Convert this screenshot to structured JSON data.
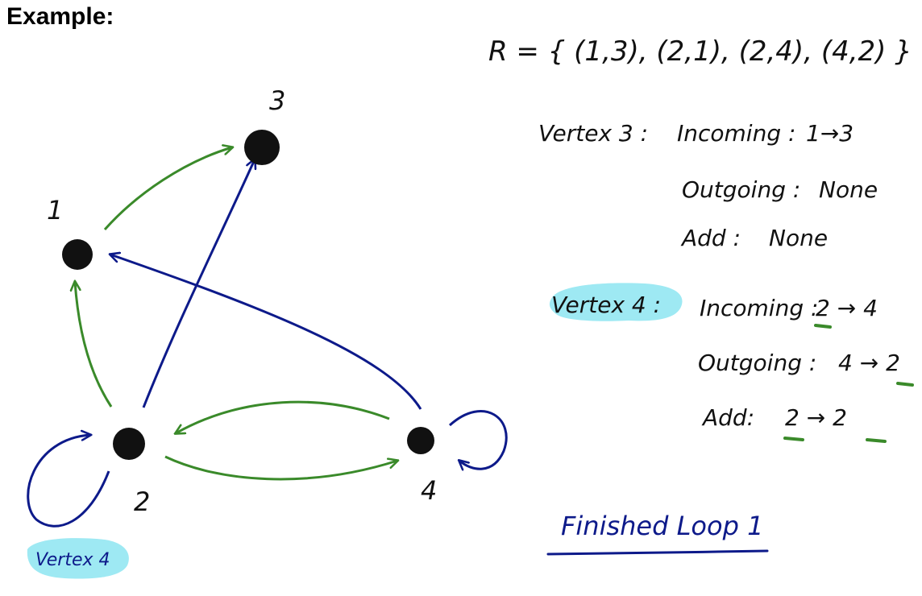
{
  "heading": "Example:",
  "relation": "R = { (1,3), (2,1), (2,4), (4,2) }",
  "nodes": [
    {
      "id": "1",
      "label": "1"
    },
    {
      "id": "2",
      "label": "2"
    },
    {
      "id": "3",
      "label": "3"
    },
    {
      "id": "4",
      "label": "4"
    }
  ],
  "edges": [
    {
      "from": "1",
      "to": "3",
      "color": "green"
    },
    {
      "from": "2",
      "to": "1",
      "color": "green"
    },
    {
      "from": "2",
      "to": "4",
      "color": "green"
    },
    {
      "from": "4",
      "to": "2",
      "color": "green"
    },
    {
      "from": "2",
      "to": "3",
      "color": "blue"
    },
    {
      "from": "4",
      "to": "1",
      "color": "blue"
    },
    {
      "from": "2",
      "to": "2",
      "color": "blue"
    },
    {
      "from": "4",
      "to": "4",
      "color": "blue"
    }
  ],
  "colors": {
    "green": "#3a8a2a",
    "blue": "#0d1a8a",
    "highlight": "#9ee9f3",
    "node": "#111111"
  },
  "vertex3": {
    "title": "Vertex 3 :",
    "incoming_label": "Incoming :",
    "incoming_value": "1→3",
    "outgoing_label": "Outgoing :",
    "outgoing_value": "None",
    "add_label": "Add :",
    "add_value": "None"
  },
  "vertex4": {
    "title": "Vertex 4 :",
    "incoming_label": "Incoming :",
    "incoming_value": "2 → 4",
    "outgoing_label": "Outgoing :",
    "outgoing_value": "4 → 2",
    "add_label": "Add:",
    "add_value": "2 → 2"
  },
  "bottom_tag": "Vertex 4",
  "finished": "Finished Loop 1"
}
